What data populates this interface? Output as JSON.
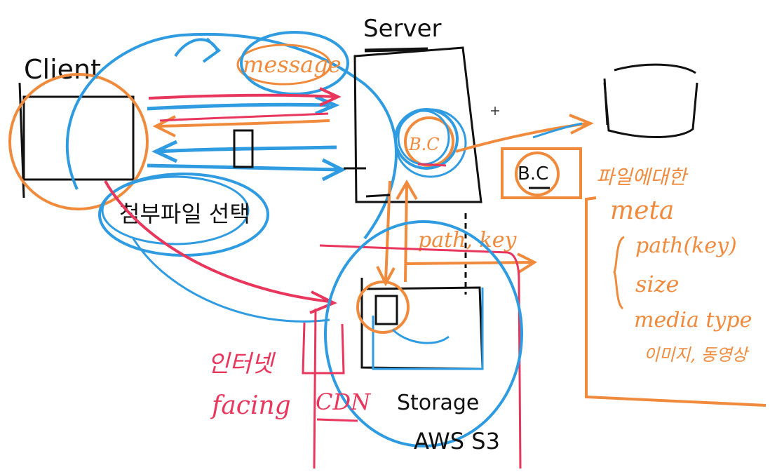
{
  "labels": {
    "client": "Client",
    "server": "Server",
    "message": "message",
    "bc_server": "B.C",
    "bc_box": "B.C",
    "attachment_select": "첨부파일 선택",
    "path_key": "path, key",
    "storage": "Storage",
    "aws_s3": "AWS S3",
    "internet_facing_line1": "인터넷",
    "internet_facing_line2": "facing",
    "cdn": "CDN",
    "file_metadata_title": "파일에대한",
    "meta": "meta",
    "meta_path": "path(key)",
    "meta_size": "size",
    "meta_type": "media type",
    "meta_type_examples": "이미지, 동영상"
  },
  "colors": {
    "ink_black": "#111111",
    "ink_blue": "#2f9be0",
    "ink_orange": "#f08a3c",
    "ink_red": "#e8365d",
    "background": "#ffffff"
  }
}
